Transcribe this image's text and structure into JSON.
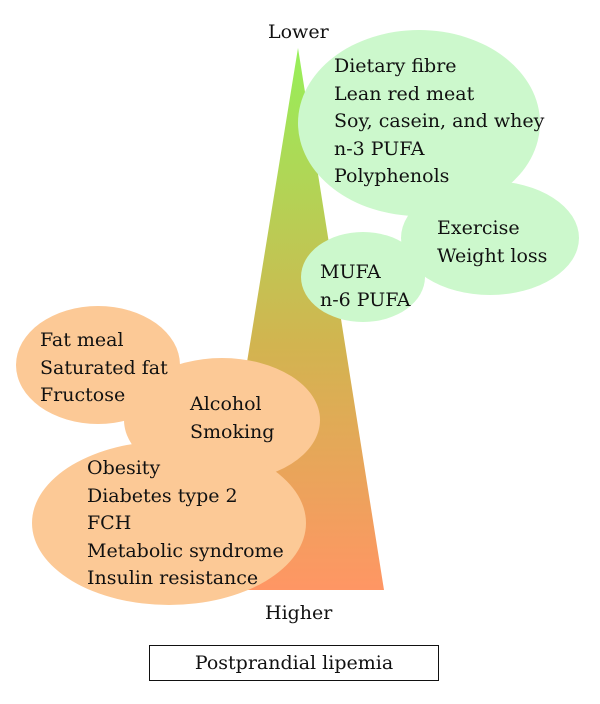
{
  "axis": {
    "top_label": "Lower",
    "bottom_label": "Higher"
  },
  "caption": "Postprandial lipemia",
  "groups": {
    "lowering": [
      {
        "items": [
          "Dietary fibre",
          "Lean red meat",
          "Soy, casein, and whey",
          "n-3 PUFA",
          "Polyphenols"
        ]
      },
      {
        "items": [
          "Exercise",
          "Weight loss"
        ]
      },
      {
        "items": [
          "MUFA",
          "n-6 PUFA"
        ]
      }
    ],
    "raising": [
      {
        "items": [
          "Fat meal",
          "Saturated fat",
          "Fructose"
        ]
      },
      {
        "items": [
          "Alcohol",
          "Smoking"
        ]
      },
      {
        "items": [
          "Obesity",
          "Diabetes type 2",
          "FCH",
          "Metabolic syndrome",
          "Insulin resistance"
        ]
      }
    ]
  },
  "colors": {
    "lowering_bubble": "#ccf8cc",
    "raising_bubble": "#fcc996",
    "gradient_top": "#96f05a",
    "gradient_mid": "#d2b450",
    "gradient_bottom": "#ff9664",
    "text": "#111111"
  }
}
